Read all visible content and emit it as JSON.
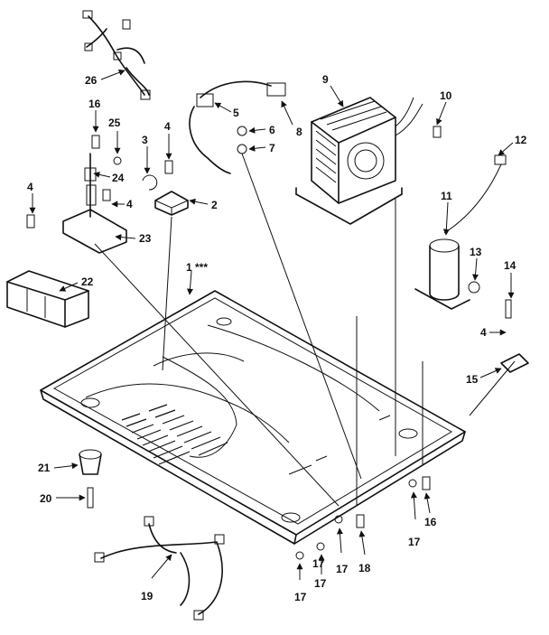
{
  "labels": {
    "p1": "1 ***",
    "p2": "2",
    "p3": "3",
    "p4a": "4",
    "p4b": "4",
    "p4c": "4",
    "p4d": "4",
    "p5": "5",
    "p6": "6",
    "p7": "7",
    "p8": "8",
    "p9": "9",
    "p10": "10",
    "p11": "11",
    "p12": "12",
    "p13": "13",
    "p14": "14",
    "p15": "15",
    "p16a": "16",
    "p16b": "16",
    "p17a": "17",
    "p17b": "17",
    "p17c": "17",
    "p17d": "17",
    "p17e": "17",
    "p18": "18",
    "p19": "19",
    "p20": "20",
    "p21": "21",
    "p22": "22",
    "p23": "23",
    "p24": "24",
    "p25": "25",
    "p26": "26"
  }
}
